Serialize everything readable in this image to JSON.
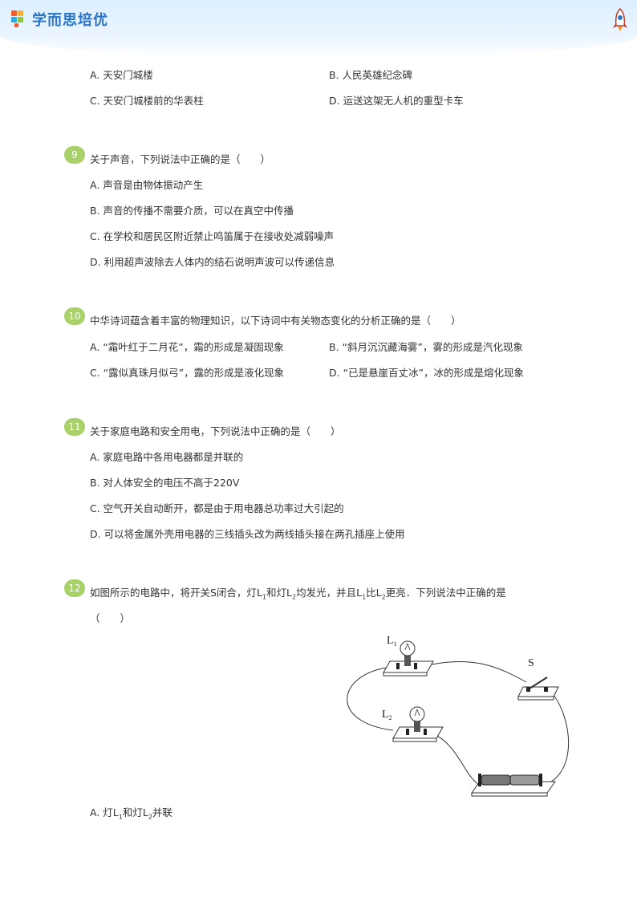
{
  "header": {
    "brand": "学而思培优"
  },
  "q8": {
    "options": {
      "A": "A. 天安门城楼",
      "B": "B. 人民英雄纪念碑",
      "C": "C. 天安门城楼前的华表柱",
      "D": "D. 运送这架无人机的重型卡车"
    }
  },
  "q9": {
    "num": "9",
    "stem": "关于声音，下列说法中正确的是（　　）",
    "options": {
      "A": "A. 声音是由物体振动产生",
      "B": "B. 声音的传播不需要介质，可以在真空中传播",
      "C": "C. 在学校和居民区附近禁止鸣笛属于在接收处减弱噪声",
      "D": "D. 利用超声波除去人体内的结石说明声波可以传递信息"
    }
  },
  "q10": {
    "num": "10",
    "stem": "中华诗词蕴含着丰富的物理知识，以下诗词中有关物态变化的分析正确的是（　　）",
    "options": {
      "A": "A. “霜叶红于二月花”，霜的形成是凝固现象",
      "B": "B. “斜月沉沉藏海雾”，雾的形成是汽化现象",
      "C": "C. “露似真珠月似弓”，露的形成是液化现象",
      "D": "D. “已是悬崖百丈冰”，冰的形成是熔化现象"
    }
  },
  "q11": {
    "num": "11",
    "stem": "关于家庭电路和安全用电，下列说法中正确的是（　　）",
    "options": {
      "A": "A. 家庭电路中各用电器都是并联的",
      "B": "B. 对人体安全的电压不高于220V",
      "C": "C. 空气开关自动断开，都是由于用电器总功率过大引起的",
      "D": "D. 可以将金属外壳用电器的三线插头改为两线插头接在两孔插座上使用"
    }
  },
  "q12": {
    "num": "12",
    "stem_a": "如图所示的电路中，将开关S闭合，灯",
    "l": "L",
    "s1": "1",
    "stem_b": "和灯",
    "s2": "2",
    "stem_c": "均发光，并且",
    "stem_d": "比",
    "stem_e": "更亮．下列说法中正确的是",
    "blank": "（　　）",
    "figure": {
      "label_l": "L",
      "label_l1_sub": "1",
      "label_l2_sub": "2",
      "label_s": "S"
    },
    "optA_a": "A. 灯",
    "optA_b": "和灯",
    "optA_c": "并联"
  }
}
